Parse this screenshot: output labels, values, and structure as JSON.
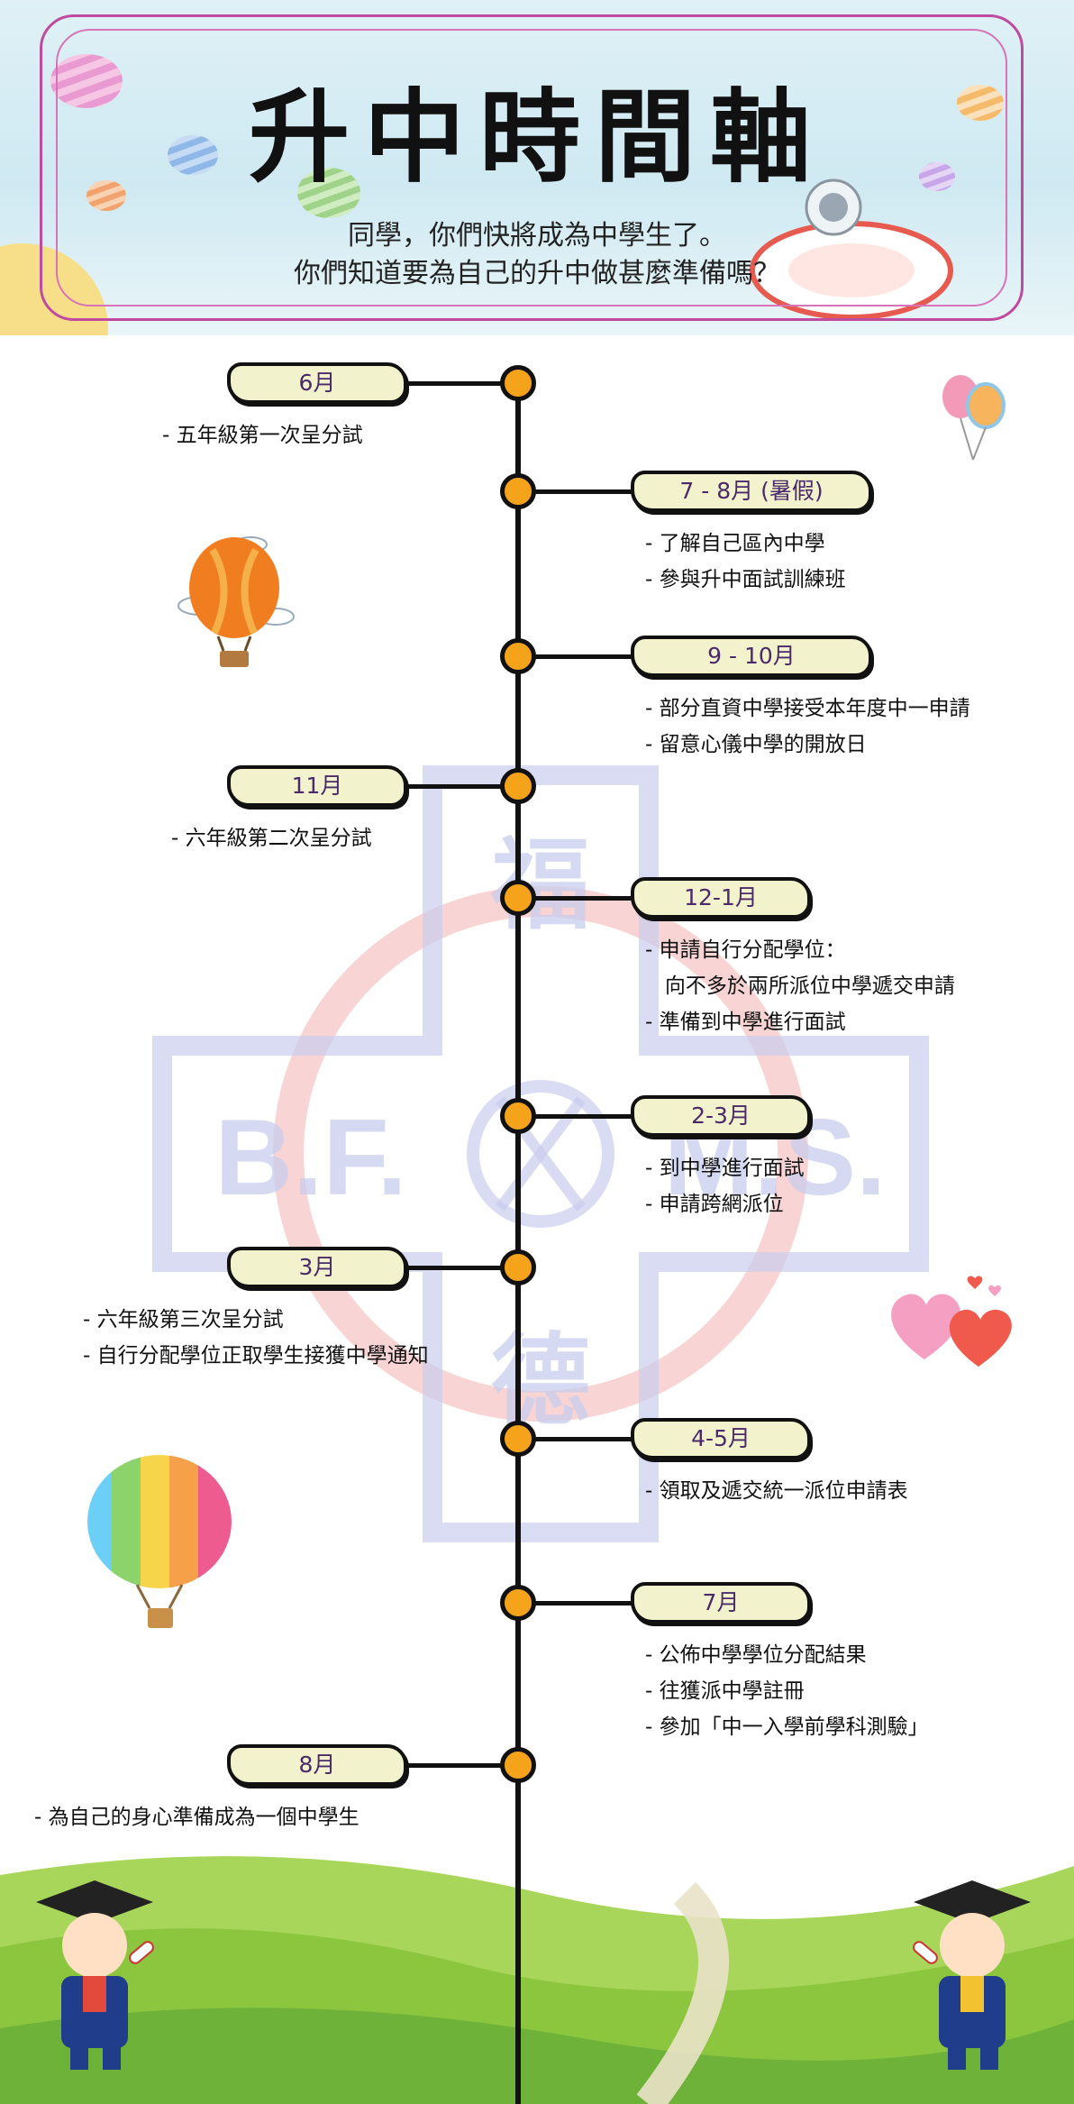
{
  "header": {
    "title": "升中時間軸",
    "subtitle_line1": "同學，你們快將成為中學生了。",
    "subtitle_line2": "你們知道要為自己的升中做甚麼準備嗎？"
  },
  "watermark": {
    "left_text": "B.F.",
    "right_text": "M.S.",
    "top_char": "福",
    "bottom_char": "德"
  },
  "timeline": [
    {
      "label": "6月",
      "side": "left",
      "items": [
        "- 五年級第一次呈分試"
      ]
    },
    {
      "label": "7 - 8月 (暑假)",
      "side": "right",
      "items": [
        "- 了解自己區內中學",
        "- 參與升中面試訓練班"
      ]
    },
    {
      "label": "9 - 10月",
      "side": "right",
      "items": [
        "- 部分直資中學接受本年度中一申請",
        "- 留意心儀中學的開放日"
      ]
    },
    {
      "label": "11月",
      "side": "left",
      "items": [
        "- 六年級第二次呈分試"
      ]
    },
    {
      "label": "12-1月",
      "side": "right",
      "items": [
        "- 申請自行分配學位：",
        "   向不多於兩所派位中學遞交申請",
        "- 準備到中學進行面試"
      ]
    },
    {
      "label": "2-3月",
      "side": "right",
      "items": [
        "- 到中學進行面試",
        "- 申請跨網派位"
      ]
    },
    {
      "label": "3月",
      "side": "left",
      "items": [
        "- 六年級第三次呈分試",
        "- 自行分配學位正取學生接獲中學通知"
      ]
    },
    {
      "label": "4-5月",
      "side": "right",
      "items": [
        "- 領取及遞交統一派位申請表"
      ]
    },
    {
      "label": "7月",
      "side": "right",
      "items": [
        "- 公佈中學學位分配結果",
        "- 往獲派中學註冊",
        "- 參加「中一入學前學科測驗」"
      ]
    },
    {
      "label": "8月",
      "side": "left",
      "items": [
        "- 為自己的身心準備成為一個中學生"
      ]
    }
  ],
  "colors": {
    "node_fill": "#f5a31a",
    "tag_fill": "#f2f2cc",
    "tag_text": "#4b2a6b",
    "frame": "#c04aa0",
    "watermark_blue": "#c9cdee",
    "watermark_red": "#f6c6c6",
    "hills_green": "#8cc63f"
  }
}
